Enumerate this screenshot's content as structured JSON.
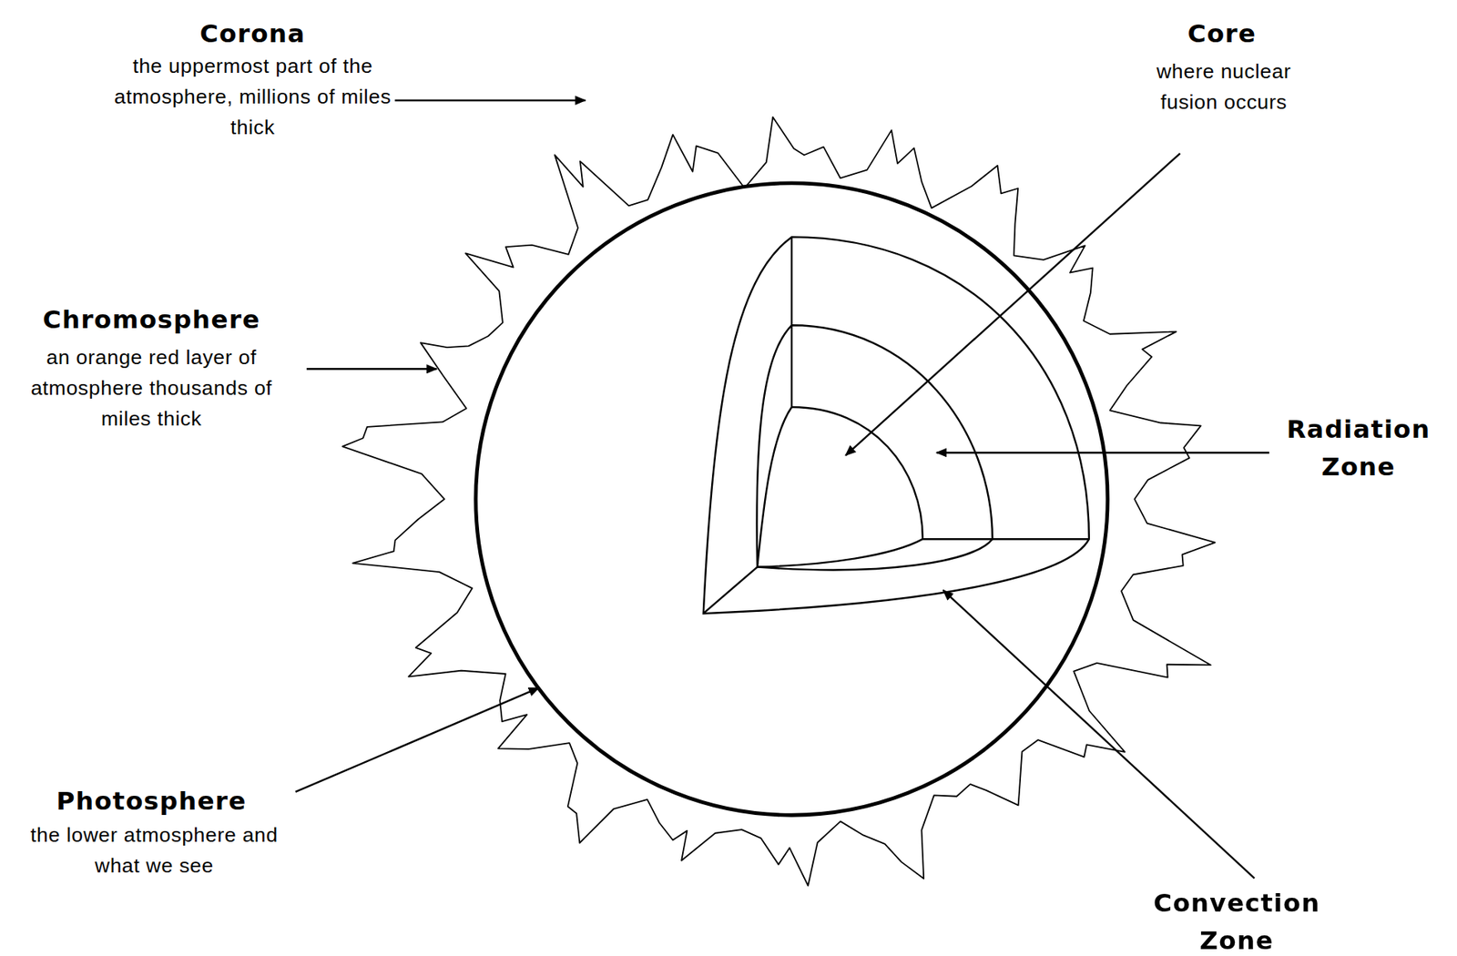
{
  "diagram": {
    "labels": [
      "Corona",
      "the uppermost part of the atmosphere, millions of miles thick",
      "Core",
      "where nuclear fusion occurs",
      "Chromosphere",
      "an orange red layer of atmosphere thousands of miles thick",
      "Radiation Zone",
      "Photosphere",
      "the lower atmosphere and what we see",
      "Convection Zone"
    ]
  }
}
